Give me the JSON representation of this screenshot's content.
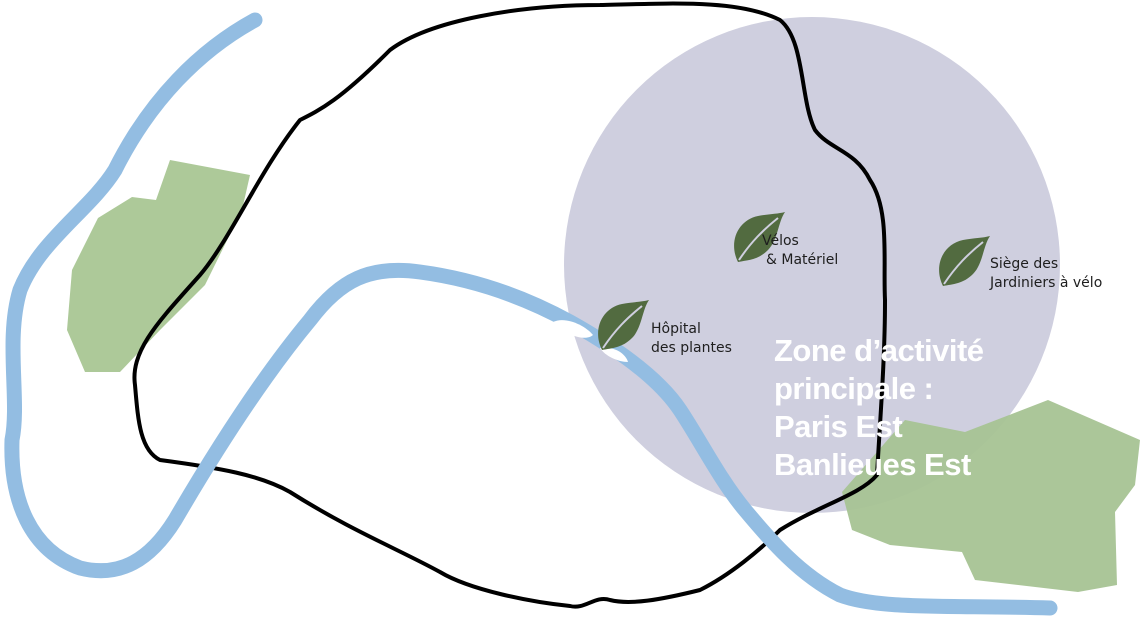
{
  "colors": {
    "zone": "#cfcfdf",
    "river": "#93bde2",
    "park": "#adc999",
    "leaf": "#526b40",
    "border": "#000000"
  },
  "places": [
    {
      "name": "hopital-des-plantes",
      "lines": [
        "Hôpital",
        "des plantes"
      ],
      "icon": "leaf-icon"
    },
    {
      "name": "velos-materiel",
      "lines": [
        "Vélos",
        "& Matériel"
      ],
      "icon": "leaf-icon"
    },
    {
      "name": "siege",
      "lines": [
        "Siège des",
        "Jardiniers à vélo"
      ],
      "icon": "leaf-icon"
    }
  ],
  "zone_label": [
    "Zone d’activité",
    "principale :",
    "Paris Est",
    "Banlieues Est"
  ]
}
